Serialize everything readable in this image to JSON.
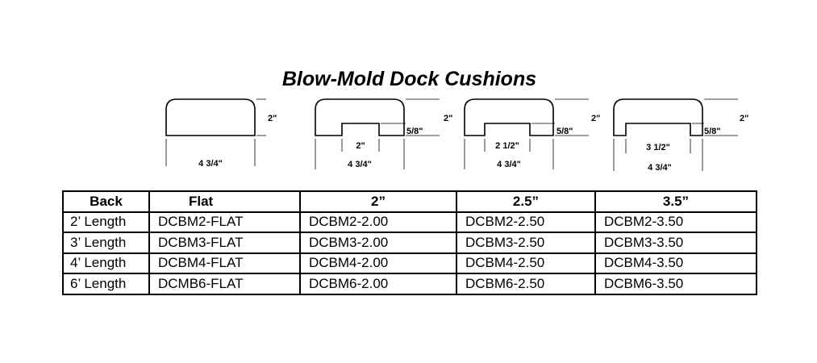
{
  "title": "Blow-Mold Dock Cushions",
  "drawings": [
    {
      "profile": "flat",
      "height_label": "2\"",
      "width_label": "4 3/4\""
    },
    {
      "profile": "channel",
      "height_label": "2\"",
      "notch_depth_label": "5/8\"",
      "notch_width_label": "2\"",
      "width_label": "4 3/4\""
    },
    {
      "profile": "channel",
      "height_label": "2\"",
      "notch_depth_label": "5/8\"",
      "notch_width_label": "2 1/2\"",
      "width_label": "4 3/4\""
    },
    {
      "profile": "channel",
      "height_label": "2\"",
      "notch_depth_label": "5/8\"",
      "notch_width_label": "3 1/2\"",
      "width_label": "4 3/4\""
    }
  ],
  "table": {
    "headers": [
      "Back",
      "Flat",
      "2”",
      "2.5”",
      "3.5”"
    ],
    "rows": [
      [
        "2’ Length",
        "DCBM2-FLAT",
        "DCBM2-2.00",
        "DCBM2-2.50",
        "DCBM2-3.50"
      ],
      [
        "3’ Length",
        "DCBM3-FLAT",
        "DCBM3-2.00",
        "DCBM3-2.50",
        "DCBM3-3.50"
      ],
      [
        "4’ Length",
        "DCBM4-FLAT",
        "DCBM4-2.00",
        "DCBM4-2.50",
        "DCBM4-3.50"
      ],
      [
        "6’ Length",
        "DCMB6-FLAT",
        "DCBM6-2.00",
        "DCBM6-2.50",
        "DCBM6-3.50"
      ]
    ]
  }
}
